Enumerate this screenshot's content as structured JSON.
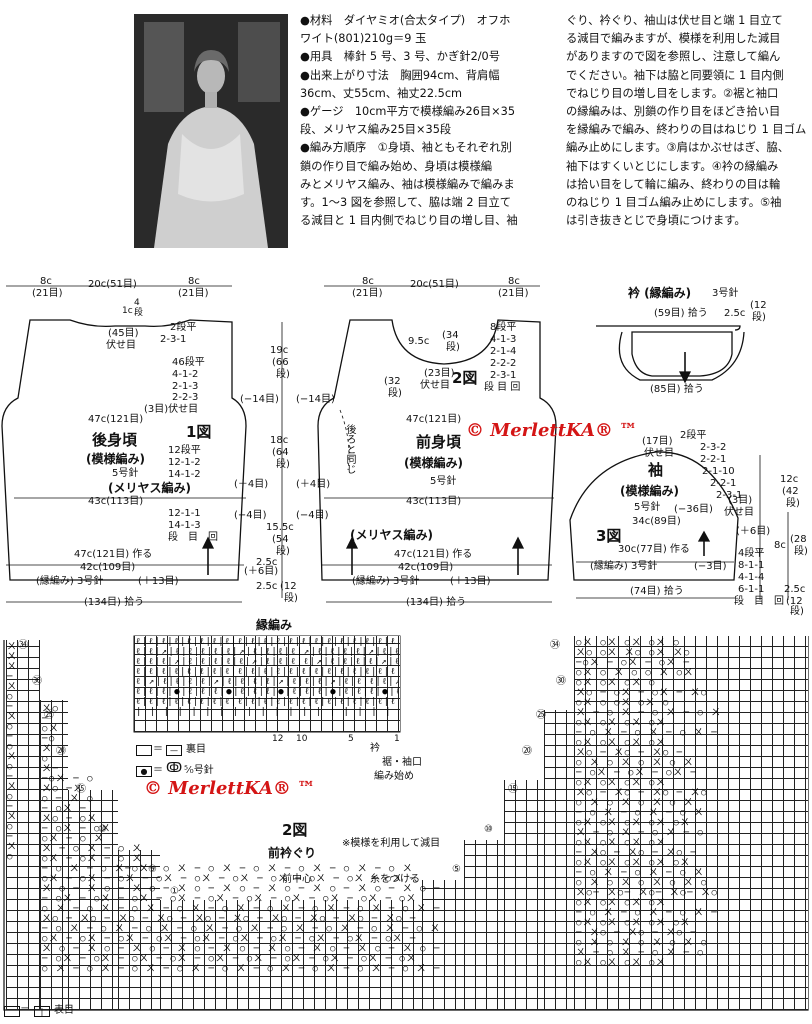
{
  "watermark": "© MerlettKA® ™",
  "info": {
    "left_lines": [
      "●材料　ダイヤミオ(合太タイプ)　オフホ",
      "ワイト(801)210g＝9 玉",
      "●用具　棒針 5 号、3 号、かぎ針2/0号",
      "●出来上がり寸法　胸囲94cm、背肩幅",
      "36cm、丈55cm、袖丈22.5cm",
      "●ゲージ　10cm平方で模様編み26目×35",
      "段、メリヤス編み25目×35段",
      "●編み方順序　①身頃、袖ともそれぞれ別",
      "鎖の作り目で編み始め、身頃は模様編",
      "みとメリヤス編み、袖は模様編みで編みま",
      "す。1～3 図を参照して、脇は端 2 目立て",
      "る減目と 1 目内側でねじり目の増し目、袖"
    ],
    "right_lines": [
      "ぐり、衿ぐり、袖山は伏せ目と端 1 目立て",
      "る減目で編みますが、模様を利用した減目",
      "がありますので図を参照し、注意して編ん",
      "でください。袖下は脇と同要領に 1 目内側",
      "でねじり目の増し目をします。②裾と袖口",
      "の縁編みは、別鎖の作り目をほどき拾い目",
      "を縁編みで編み、終わりの目はねじり 1 目ゴム",
      "編み止めにします。③肩はかぶせはぎ、脇、",
      "袖下はすくいとじにします。④衿の縁編み",
      "は拾い目をして輪に編み、終わりの目は輪",
      "のねじり 1 目ゴム編み止めにします。⑤袖",
      "は引き抜きとじで身頃につけます。"
    ]
  },
  "back": {
    "title": "後身頃",
    "subtitle": "(模様編み)",
    "needle": "5号針",
    "fig": "1図",
    "meriyasu": "(メリヤス編み)",
    "top_left": "8c",
    "top_left2": "(21目)",
    "top_mid": "20c(51目)",
    "top_right": "8c",
    "top_right2": "(21目)",
    "neck_a": "1c",
    "neck_b": "4",
    "neck_c": "段",
    "shoulder1": "2段平",
    "shoulder2": "2-3-1",
    "bind45": "(45目)",
    "bind45b": "伏せ目",
    "arm1": "46段平",
    "arm2": "4-1-2",
    "arm3": "2-1-3",
    "arm4": "2-2-3",
    "arm5": "(3目)伏せ目",
    "minus14": "(−14目)",
    "width47": "47c(121目)",
    "side1": "12段平",
    "side2": "12-1-2",
    "side3": "14-1-2",
    "width43": "43c(113目)",
    "dec1": "12-1-1",
    "dec2": "14-1-3",
    "dec3": "段　目　回",
    "width47b": "47c(121目) 作る",
    "width42": "42c(109目)",
    "border": "(縁編み) 3号針",
    "plus13": "(＋13目)",
    "pick134": "(134目) 拾う",
    "plus4": "(＋4目)",
    "minus4": "(−4目)",
    "plus6": "(＋6目)"
  },
  "middle": {
    "d19": "19c",
    "d19b": "(66",
    "d19c": "段)",
    "d18": "18c",
    "d18b": "(64",
    "d18c": "段)",
    "d155": "15.5c",
    "d155b": "(54",
    "d155c": "段)",
    "d25": "2.5c",
    "d25b": "2.5c",
    "d25c": "(12",
    "d25d": "段)"
  },
  "front": {
    "title": "前身頃",
    "subtitle": "(模様編み)",
    "needle": "5号針",
    "fig": "2図",
    "same": "後ろと同じ",
    "meriyasu": "(メリヤス編み)",
    "top_left": "8c",
    "top_left2": "(21目)",
    "top_mid": "20c(51目)",
    "top_right": "8c",
    "top_right2": "(21目)",
    "neck95": "9.5c",
    "neck34": "(34",
    "neck34b": "段)",
    "neck23": "(23目)",
    "neck23b": "伏せ目",
    "d32": "(32",
    "d32b": "段)",
    "n1": "8段平",
    "n2": "4-1-3",
    "n3": "2-1-4",
    "n4": "2-2-2",
    "n5": "2-3-1",
    "n6": "段 目 回",
    "minus14": "(−14目)",
    "width47": "47c(121目)",
    "width43": "43c(113目)",
    "width47b": "47c(121目) 作る",
    "width42": "42c(109目)",
    "border": "(縁編み) 3号針",
    "plus13": "(＋13目)",
    "pick134": "(134目) 拾う",
    "plus4": "(＋4目)",
    "minus4": "(−4目)"
  },
  "collar": {
    "title": "衿 (縁編み)",
    "needle": "3号針",
    "pick59": "(59目) 拾う",
    "d25": "2.5c",
    "d12": "(12",
    "d12b": "段)",
    "pick85": "(85目) 拾う"
  },
  "sleeve": {
    "title": "袖",
    "subtitle": "(模様編み)",
    "needle": "5号針",
    "fig": "3図",
    "top17": "(17目)",
    "top17b": "伏せ目",
    "s1": "2段平",
    "s2": "2-3-2",
    "s3": "2-2-1",
    "s4": "2-1-10",
    "s5": "2-2-1",
    "s6": "2-3-1",
    "s7": "(3目)",
    "s8": "伏せ目",
    "minus36": "(−36目)",
    "w34": "34c(89目)",
    "w30": "30c(77目) 作る",
    "plus6": "(＋6目)",
    "border": "(縁編み) 3号針",
    "minus3": "(−3目)",
    "pick74": "(74目) 拾う",
    "d12c": "12c",
    "d42": "(42",
    "d42b": "段)",
    "d8c": "8c",
    "d28": "(28",
    "d28b": "段)",
    "d25": "2.5c",
    "d12": "(12",
    "d12b": "段)",
    "inc1": "4段平",
    "inc2": "8-1-1",
    "inc3": "4-1-4",
    "inc4": "6-1-1",
    "inc5": "段　目　回"
  },
  "edge_chart": {
    "title": "縁編み",
    "legend1": "＝",
    "legend1b": "裏目",
    "legend2": "＝",
    "legend2b": "⁵⁄₀号針",
    "c1": "衿",
    "c2": "裾・袖口",
    "c3": "編み始め",
    "nums": [
      "12",
      "10",
      "5",
      "1"
    ]
  },
  "neck_chart": {
    "title": "2図",
    "subtitle": "前衿ぐり",
    "note": "※模様を利用して減目",
    "center": "前中心",
    "yarn": "糸をつける",
    "legend": "＝",
    "legend_b": "表目",
    "rows_left": [
      "㉞",
      "㉚",
      "㉕",
      "⑳",
      "⑮",
      "⑩",
      "⑤",
      "①"
    ],
    "rows_right": [
      "㉞",
      "㉚",
      "㉕",
      "⑳",
      "⑮",
      "⑩",
      "⑤"
    ]
  }
}
